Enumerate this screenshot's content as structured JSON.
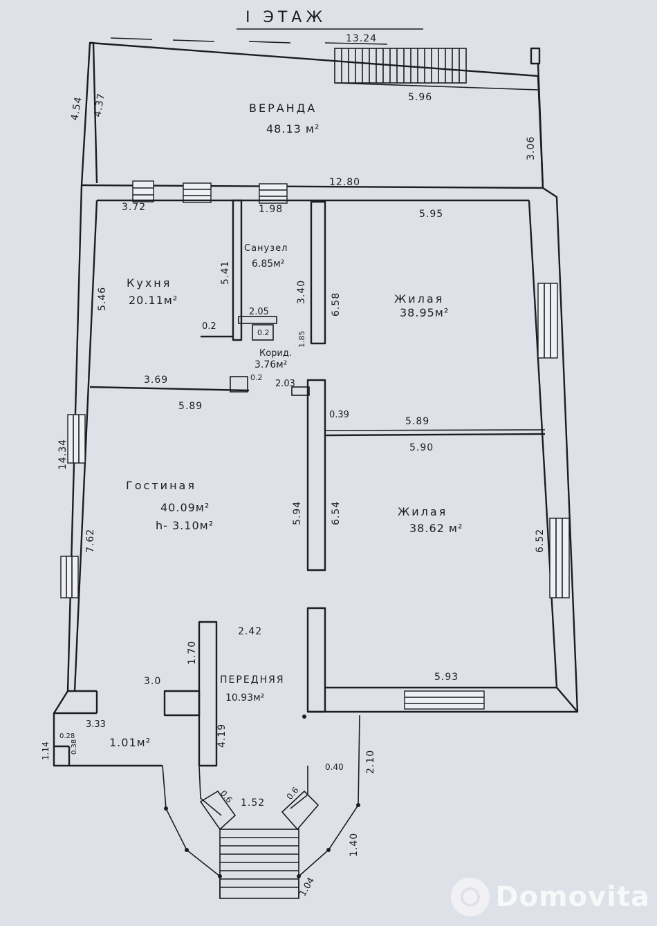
{
  "plan": {
    "title": "I ЭТАЖ",
    "rooms": {
      "veranda": {
        "name": "ВЕРАНДА",
        "area": "48.13 м²"
      },
      "kitchen": {
        "name": "Кухня",
        "area": "20.11м²"
      },
      "bathroom": {
        "name": "Санузел",
        "area": "6.85м²"
      },
      "living1": {
        "name": "Жилая",
        "area": "38.95м²"
      },
      "corridor": {
        "name": "Корид.",
        "area": "3.76м²"
      },
      "livingroom": {
        "name": "Гостиная",
        "area": "40.09м²",
        "height": "h- 3.10м²"
      },
      "living2": {
        "name": "Жилая",
        "area": "38.62 м²"
      },
      "hall": {
        "name": "ПЕРЕДНЯЯ",
        "area": "10.93м²"
      },
      "closet": {
        "area": "1.01м²"
      }
    },
    "dims": {
      "d13_24": "13.24",
      "d5_96": "5.96",
      "d4_54": "4.54",
      "d4_37": "4.37",
      "d3_06": "3.06",
      "d12_80": "12.80",
      "d3_72": "3.72",
      "d1_98": "1.98",
      "d5_95": "5.95",
      "d5_46": "5.46",
      "d5_41": "5.41",
      "d3_40": "3.40",
      "d6_58": "6.58",
      "d2_05": "2.05",
      "d0_2a": "0.2",
      "d0_2b": "0.2",
      "d0_2c": "0.2",
      "d1_85": "1.85",
      "d3_69": "3.69",
      "d2_03": "2.03",
      "d5_89a": "5.89",
      "d0_39": "0.39",
      "d5_89b": "5.89",
      "d5_90": "5.90",
      "d14_34": "14.34",
      "d7_62": "7.62",
      "d5_94": "5.94",
      "d6_54": "6.54",
      "d6_52": "6.52",
      "d2_42": "2.42",
      "d1_70": "1.70",
      "d3_0": "3.0",
      "d5_93": "5.93",
      "d3_33": "3.33",
      "d0_28": "0.28",
      "d0_38": "0.38",
      "d1_14": "1.14",
      "d4_19": "4.19",
      "d0_40": "0.40",
      "d2_10": "2.10",
      "d0_6a": "0.6",
      "d0_6b": "0.6",
      "d1_52": "1.52",
      "d1_40": "1.40",
      "d1_04": "1.04"
    }
  },
  "watermark": {
    "text": "Domovita"
  }
}
